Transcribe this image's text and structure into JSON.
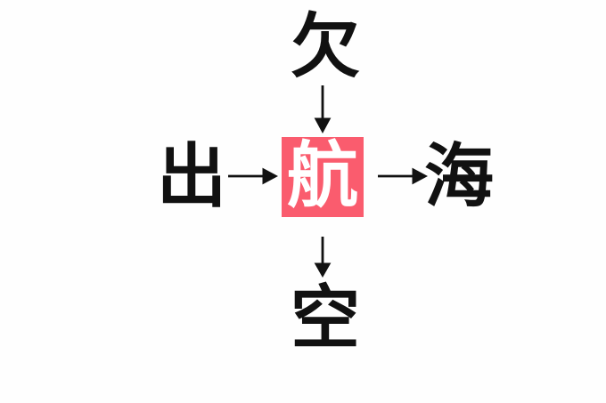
{
  "puzzle": {
    "type": "kanji-cross-word-puzzle",
    "language": "ja",
    "background_color": "#fefefe",
    "text_color": "#111111",
    "highlight_color": "#fa5c6e",
    "highlight_text_color": "#ffffff",
    "center": {
      "character": "航",
      "role": "answer",
      "highlighted": true
    },
    "top": {
      "character": "欠",
      "position": "top",
      "forms_word_with_center": "欠航"
    },
    "left": {
      "character": "出",
      "position": "left",
      "forms_word_with_center": "出航"
    },
    "right": {
      "character": "海",
      "position": "right",
      "forms_word_with_center": "航海"
    },
    "bottom": {
      "character": "空",
      "position": "bottom",
      "forms_word_with_center": "航空"
    },
    "arrows": {
      "top": "↓",
      "bottom": "↓",
      "left": "→",
      "right": "→"
    }
  }
}
